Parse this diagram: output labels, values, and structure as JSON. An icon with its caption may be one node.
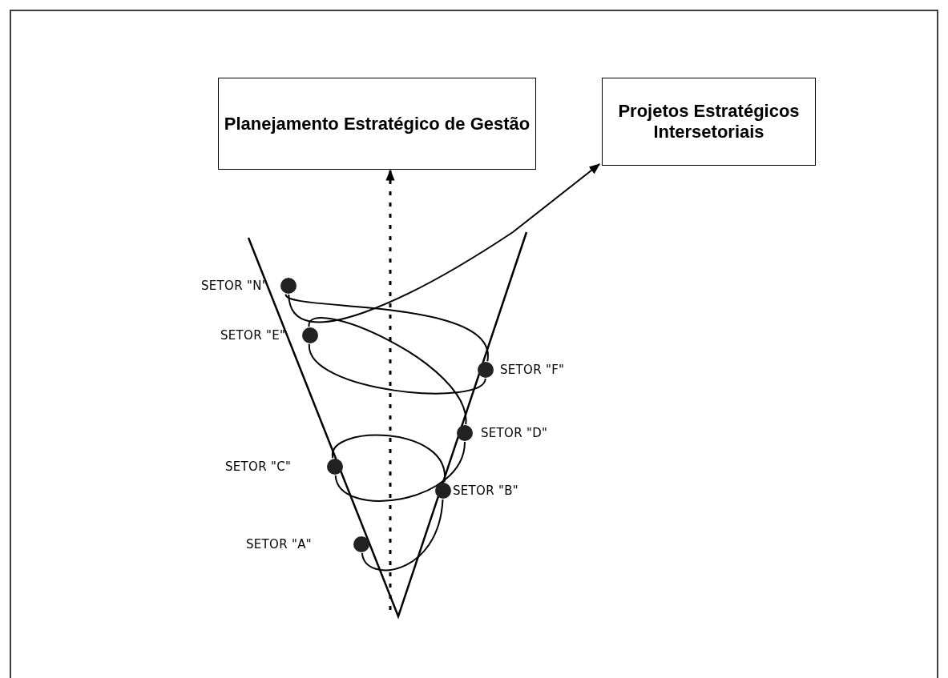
{
  "diagram": {
    "nodes": [
      {
        "text": [
          "Planejamento Estratégico de Gestão"
        ]
      },
      {
        "text": [
          "Projetos Estratégicos Intersetoriais"
        ]
      },
      {
        "text": [],
        "shape": "circle",
        "beside": [
          "SETOR \"N\""
        ]
      },
      {
        "text": [],
        "shape": "circle",
        "beside": [
          "SETOR \"F\""
        ]
      },
      {
        "text": [],
        "shape": "circle",
        "beside": [
          "SETOR \"E\""
        ]
      },
      {
        "text": [],
        "shape": "circle",
        "beside": [
          "SETOR \"D\""
        ]
      },
      {
        "text": [],
        "shape": "circle",
        "beside": [
          "SETOR \"C\""
        ]
      },
      {
        "text": [],
        "shape": "circle",
        "beside": [
          "SETOR \"B\""
        ]
      },
      {
        "text": [],
        "shape": "circle",
        "beside": [
          "SETOR \"A\""
        ]
      }
    ],
    "edges": [
      {
        "from": 8,
        "to": 7,
        "arrow": "none"
      },
      {
        "from": 7,
        "to": 6,
        "arrow": "none"
      },
      {
        "from": 6,
        "to": 5,
        "arrow": "none"
      },
      {
        "from": 5,
        "to": 4,
        "arrow": "none"
      },
      {
        "from": 4,
        "to": 3,
        "arrow": "none"
      },
      {
        "from": 3,
        "to": 2,
        "arrow": "none"
      },
      {
        "from": 2,
        "to": 1,
        "arrow": "to"
      },
      {
        "from": null,
        "to": 0,
        "arrow": "to",
        "style": "dashed"
      }
    ]
  }
}
